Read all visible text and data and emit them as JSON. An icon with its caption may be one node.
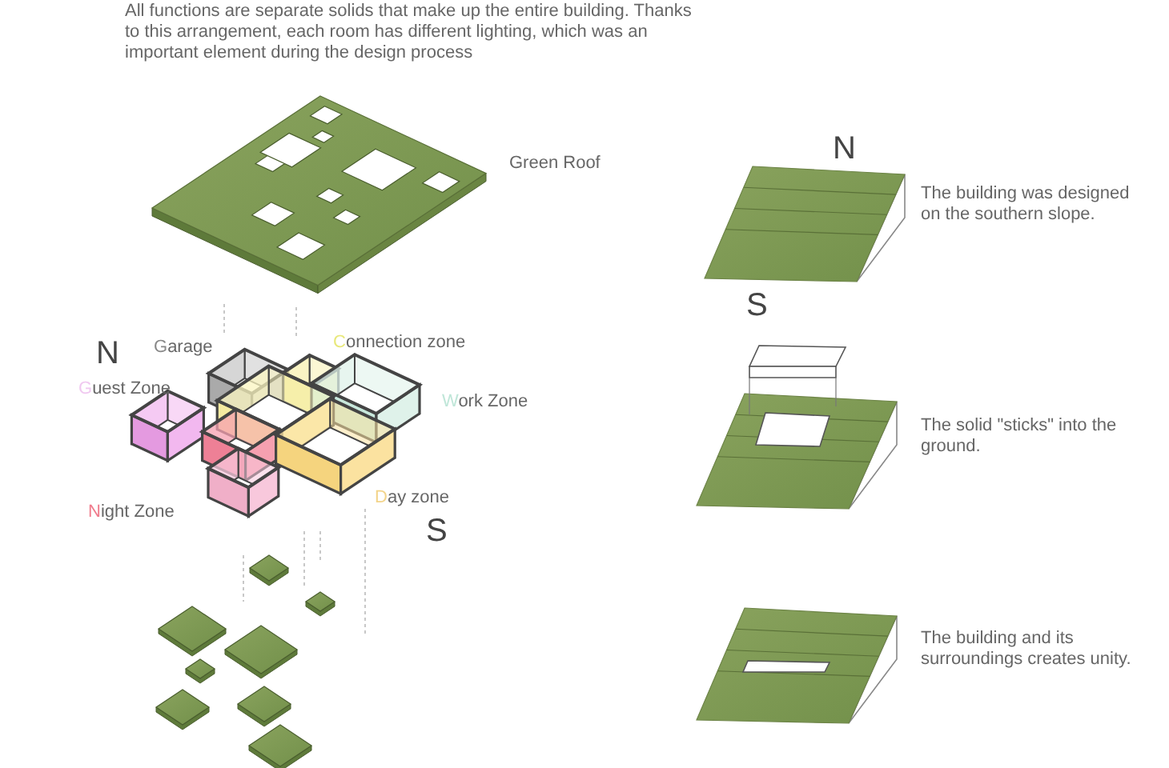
{
  "diagram": {
    "labels": [
      "All functions are separate solids that make up the entire building. Thanks to this arrangement, each room has different lighting, which was an important element during the design process",
      "Green Roof",
      "N",
      "Garage",
      "Connection zone",
      "Guest Zone",
      "Work Zone",
      "Night Zone",
      "Day zone",
      "S",
      "N",
      "The building was designed on the southern slope.",
      "S",
      "The solid \"sticks\" into the ground.",
      "The building and its surroundings creates unity."
    ]
  }
}
